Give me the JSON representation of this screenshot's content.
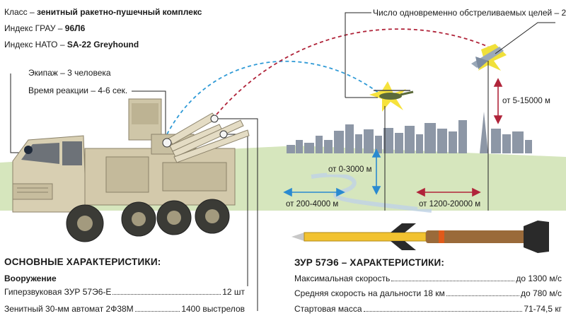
{
  "header": {
    "class_label": "Класс – ",
    "class_value": "зенитный ракетно-пушечный комплекс",
    "grau_label": "Индекс ГРАУ – ",
    "grau_value": "96Л6",
    "nato_label": "Индекс НАТО – ",
    "nato_value": "SA-22 Greyhound"
  },
  "callouts": {
    "crew": "Экипаж – 3 человека",
    "reaction_time": "Время реакции – 4-6 сек.",
    "targets": "Число одновременно обстреливаемых целей – 2"
  },
  "distances": {
    "alt_gun": "от 0-3000 м",
    "alt_missile": "от 5-15000 м",
    "range_gun": "от 200-4000 м",
    "range_missile": "от 1200-20000 м"
  },
  "main_specs": {
    "title": "ОСНОВНЫЕ ХАРАКТЕРИСТИКИ:",
    "weapons_title": "Вооружение",
    "items": [
      {
        "label": "Гиперзвуковая ЗУР 57Э6-Е",
        "value": "12 шт"
      },
      {
        "label": "Зенитный 30-мм автомат 2Ф38М",
        "value": "1400 выстрелов"
      }
    ]
  },
  "missile_specs": {
    "title": "ЗУР 57Э6 – ХАРАКТЕРИСТИКИ:",
    "items": [
      {
        "label": "Максимальная скорость",
        "value": "до 1300 м/с"
      },
      {
        "label": "Средняя скорость на дальности 18 км",
        "value": "до 780 м/с"
      },
      {
        "label": "Стартовая масса",
        "value": "71-74,5 кг"
      }
    ]
  },
  "colors": {
    "field": "#d6e6bd",
    "skyline": "#8a96a6",
    "blue_arrow": "#2a8ad0",
    "red_arrow": "#b0243a",
    "missile_yellow": "#f2c230",
    "booster_brown": "#9a6a3a"
  }
}
